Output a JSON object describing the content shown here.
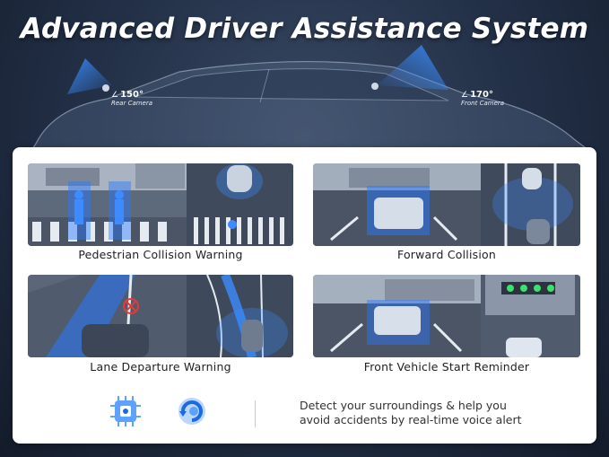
{
  "title": "Advanced Driver Assistance System",
  "cameras": {
    "rear": {
      "angle": "150°",
      "name": "Rear Camera"
    },
    "front": {
      "angle": "170°",
      "name": "Front Camera"
    }
  },
  "features": [
    {
      "label": "Pedestrian Collision Warning"
    },
    {
      "label": "Forward Collision"
    },
    {
      "label": "Lane Departure Warning"
    },
    {
      "label": "Front Vehicle Start Reminder"
    }
  ],
  "footer": {
    "line1": "Detect your surroundings & help you",
    "line2": "avoid accidents by real-time voice alert"
  },
  "icons": [
    "chip-icon",
    "voice-alert-icon"
  ],
  "colors": {
    "accent": "#2a7bf5",
    "panel": "#ffffff",
    "background": "#24324a"
  }
}
